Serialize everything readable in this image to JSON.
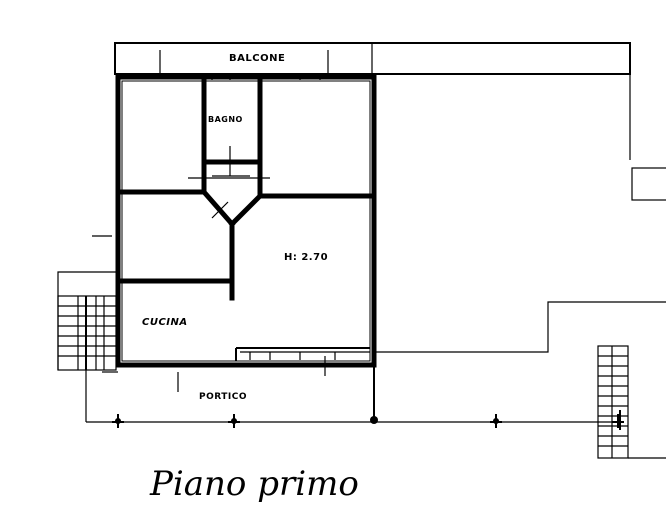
{
  "title": "Piano primo",
  "rooms": {
    "balcone": "BALCONE",
    "bagno": "BAGNO",
    "height": "H: 2.70",
    "cucina": "CUCINA",
    "portico": "PORTICO"
  }
}
